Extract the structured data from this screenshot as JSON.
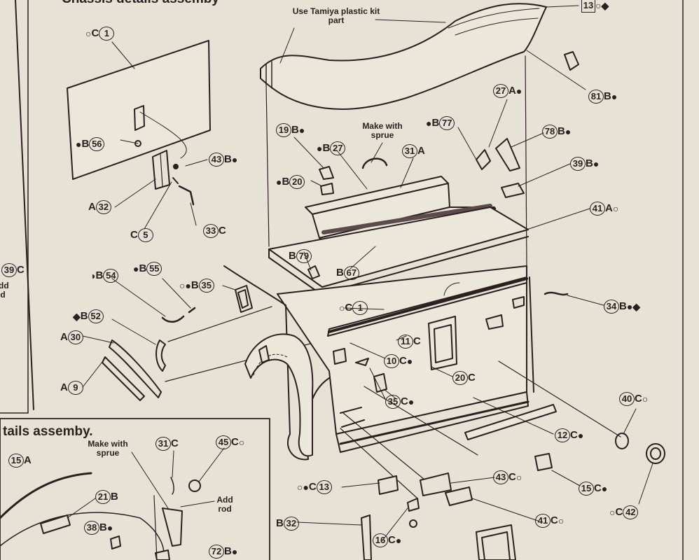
{
  "sections": {
    "top_title_fragment": "Chassis details assemby",
    "bottom_title_fragment": "tails assemby."
  },
  "notes": {
    "tamiya": "Use Tamiya plastic kit part",
    "sprue_top": "Make with sprue",
    "sprue_bottom": "Make with sprue",
    "add_rod": "Add rod",
    "add_d_fragment": "dd d"
  },
  "markers": {
    "open": "○",
    "filled": "●",
    "diamond": "◆",
    "half": "◑"
  },
  "part_labels": [
    {
      "id": "p1",
      "pre": "○",
      "letter": "C",
      "num": "1",
      "post": "",
      "order": "pre-letter-num"
    },
    {
      "id": "p56",
      "pre": "●",
      "letter": "B",
      "num": "56",
      "post": "",
      "order": "pre-letter-num"
    },
    {
      "id": "p43a",
      "pre": "",
      "letter": "B",
      "num": "43",
      "post": "●",
      "order": "num-letter-post"
    },
    {
      "id": "p32a",
      "pre": "",
      "letter": "A",
      "num": "32",
      "post": "",
      "order": "letter-num"
    },
    {
      "id": "p5",
      "pre": "",
      "letter": "C",
      "num": "5",
      "post": "",
      "order": "letter-num"
    },
    {
      "id": "p33",
      "pre": "",
      "letter": "C",
      "num": "33",
      "post": "",
      "order": "num-letter-post"
    },
    {
      "id": "p39left",
      "pre": "",
      "letter": "C",
      "num": "39",
      "post": "",
      "order": "num-letter-post"
    },
    {
      "id": "p54",
      "pre": "◑",
      "letter": "B",
      "num": "54",
      "post": "",
      "order": "pre-letter-num"
    },
    {
      "id": "p55",
      "pre": "●",
      "letter": "B",
      "num": "55",
      "post": "",
      "order": "pre-letter-num"
    },
    {
      "id": "p35a",
      "pre": "○●",
      "letter": "B",
      "num": "35",
      "post": "",
      "order": "pre-letter-num"
    },
    {
      "id": "p52",
      "pre": "◆",
      "letter": "B",
      "num": "52",
      "post": "",
      "order": "pre-letter-num"
    },
    {
      "id": "p30",
      "pre": "",
      "letter": "A",
      "num": "30",
      "post": "",
      "order": "letter-num"
    },
    {
      "id": "p9",
      "pre": "",
      "letter": "A",
      "num": "9",
      "post": "",
      "order": "letter-num"
    },
    {
      "id": "p13top",
      "pre": "",
      "letter": "",
      "num": "13",
      "post": "○◆",
      "order": "boxed"
    },
    {
      "id": "p81",
      "pre": "",
      "letter": "B",
      "num": "81",
      "post": "●",
      "order": "num-letter-post"
    },
    {
      "id": "p27a",
      "pre": "",
      "letter": "A",
      "num": "27",
      "post": "●",
      "order": "num-letter-post"
    },
    {
      "id": "p19",
      "pre": "",
      "letter": "B",
      "num": "19",
      "post": "●",
      "order": "num-letter-post"
    },
    {
      "id": "p77",
      "pre": "●",
      "letter": "B",
      "num": "77",
      "post": "",
      "order": "pre-letter-num"
    },
    {
      "id": "p78",
      "pre": "",
      "letter": "B",
      "num": "78",
      "post": "●",
      "order": "num-letter-post"
    },
    {
      "id": "p27b",
      "pre": "●",
      "letter": "B",
      "num": "27",
      "post": "",
      "order": "pre-letter-num"
    },
    {
      "id": "p31a",
      "pre": "",
      "letter": "A",
      "num": "31",
      "post": "",
      "order": "num-letter-post"
    },
    {
      "id": "p20b",
      "pre": "●",
      "letter": "B",
      "num": "20",
      "post": "",
      "order": "pre-letter-num"
    },
    {
      "id": "p39b",
      "pre": "",
      "letter": "B",
      "num": "39",
      "post": "●",
      "order": "num-letter-post"
    },
    {
      "id": "p41a",
      "pre": "",
      "letter": "A",
      "num": "41",
      "post": "○",
      "order": "num-letter-post"
    },
    {
      "id": "p79",
      "pre": "",
      "letter": "B",
      "num": "79",
      "post": "",
      "order": "letter-num"
    },
    {
      "id": "p67",
      "pre": "",
      "letter": "B",
      "num": "67",
      "post": "",
      "order": "letter-num"
    },
    {
      "id": "p1b",
      "pre": "○",
      "letter": "C",
      "num": "1",
      "post": "",
      "order": "pre-letter-num"
    },
    {
      "id": "p34",
      "pre": "",
      "letter": "B",
      "num": "34",
      "post": "●◆",
      "order": "num-letter-post"
    },
    {
      "id": "p11",
      "pre": "",
      "letter": "C",
      "num": "11",
      "post": "",
      "order": "num-letter-post"
    },
    {
      "id": "p10",
      "pre": "",
      "letter": "C",
      "num": "10",
      "post": "●",
      "order": "num-letter-post"
    },
    {
      "id": "p20c",
      "pre": "",
      "letter": "C",
      "num": "20",
      "post": "",
      "order": "num-letter-post"
    },
    {
      "id": "p35c",
      "pre": "",
      "letter": "C",
      "num": "35",
      "post": "●",
      "order": "num-letter-post"
    },
    {
      "id": "p40",
      "pre": "",
      "letter": "C",
      "num": "40",
      "post": "○",
      "order": "num-letter-post"
    },
    {
      "id": "p12",
      "pre": "",
      "letter": "C",
      "num": "12",
      "post": "●",
      "order": "num-letter-post"
    },
    {
      "id": "p15c",
      "pre": "",
      "letter": "C",
      "num": "15",
      "post": "●",
      "order": "num-letter-post"
    },
    {
      "id": "p43c",
      "pre": "",
      "letter": "C",
      "num": "43",
      "post": "○",
      "order": "num-letter-post"
    },
    {
      "id": "p13b",
      "pre": "○●",
      "letter": "C",
      "num": "13",
      "post": "",
      "order": "pre-letter-num"
    },
    {
      "id": "p32b",
      "pre": "",
      "letter": "B",
      "num": "32",
      "post": "",
      "order": "letter-num"
    },
    {
      "id": "p16",
      "pre": "",
      "letter": "C",
      "num": "16",
      "post": "●",
      "order": "num-letter-post"
    },
    {
      "id": "p41c",
      "pre": "",
      "letter": "C",
      "num": "41",
      "post": "○",
      "order": "num-letter-post"
    },
    {
      "id": "p42",
      "pre": "○",
      "letter": "C",
      "num": "42",
      "post": "",
      "order": "pre-letter-num"
    },
    {
      "id": "p15a",
      "pre": "",
      "letter": "A",
      "num": "15",
      "post": "",
      "order": "num-letter-post"
    },
    {
      "id": "p31c",
      "pre": "",
      "letter": "C",
      "num": "31",
      "post": "",
      "order": "num-letter-post"
    },
    {
      "id": "p45",
      "pre": "",
      "letter": "C",
      "num": "45",
      "post": "○",
      "order": "num-letter-post"
    },
    {
      "id": "p21",
      "pre": "",
      "letter": "B",
      "num": "21",
      "post": "",
      "order": "num-letter-post"
    },
    {
      "id": "p38",
      "pre": "",
      "letter": "B",
      "num": "38",
      "post": "●",
      "order": "num-letter-post"
    },
    {
      "id": "p72",
      "pre": "",
      "letter": "B",
      "num": "72",
      "post": "●",
      "order": "num-letter-post"
    }
  ],
  "colors": {
    "paper": "#e6e2d6",
    "ink": "#2b1f1f"
  }
}
